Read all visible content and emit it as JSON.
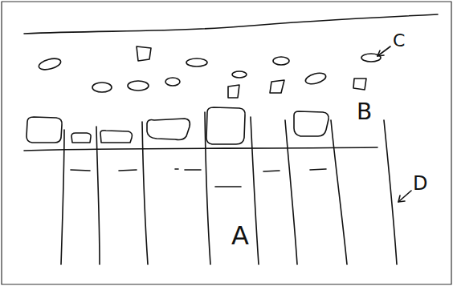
{
  "diagram": {
    "labels": [
      "C",
      "B",
      "A",
      "D"
    ]
  }
}
